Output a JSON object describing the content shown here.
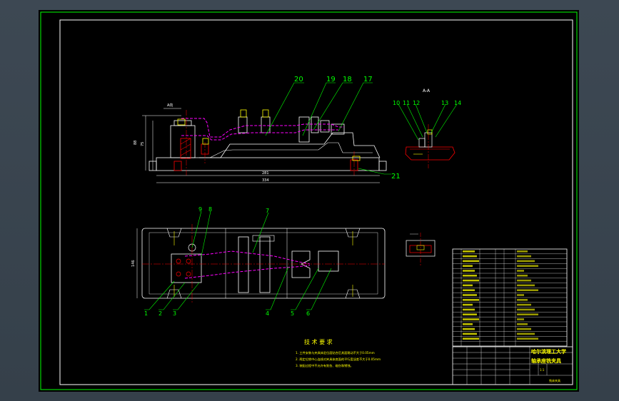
{
  "drawing": {
    "section_label": "A-A",
    "dim_left_label": "A向",
    "dim_overall_height_a": "88",
    "dim_overall_height_b": "75",
    "dim_inner_length": "281",
    "dim_total_length": "334",
    "callouts_top": [
      "20",
      "19",
      "18",
      "17",
      "21"
    ],
    "callouts_section": [
      "10",
      "11",
      "12",
      "13",
      "14"
    ],
    "callouts_plan": [
      "9",
      "8",
      "7",
      "1",
      "2",
      "3",
      "4",
      "5",
      "6"
    ],
    "plan_dim": "146",
    "tech_title": "技 术 要 求",
    "tech_notes": [
      "1. 工件安装与夹具体定位面贴合后其面跳动不大于0.05mm",
      "2. 两定位销中心连线对夹具体底面的平行度误差不大于0.05mm",
      "3. 装配过程中不允许有划伤、碰伤和锈蚀。"
    ]
  },
  "title_block": {
    "school": "哈尔滨理工大学",
    "drawing_name": "轴承座铣夹具",
    "sheet_label": "铣床夹具",
    "scale": "1:1"
  },
  "colors": {
    "sheet": "#000000",
    "frame": "#00ff00",
    "outline": "#ffffff",
    "hidden": "#ffff00",
    "workpiece": "#ff00ff",
    "hatch": "#ff0000",
    "center": "#ff0000",
    "dimension": "#00ffff"
  }
}
